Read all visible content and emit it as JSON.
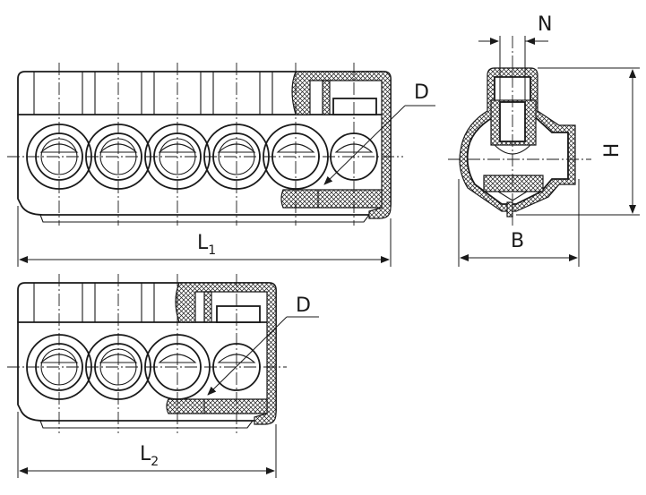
{
  "labels": {
    "diameter_top": "D",
    "diameter_bottom": "D",
    "length_1_main": "L",
    "length_1_sub": "1",
    "length_2_main": "L",
    "length_2_sub": "2",
    "slot_width": "N",
    "height": "H",
    "breadth": "B"
  },
  "colors": {
    "line": "#1a1a1a",
    "background": "#ffffff"
  }
}
